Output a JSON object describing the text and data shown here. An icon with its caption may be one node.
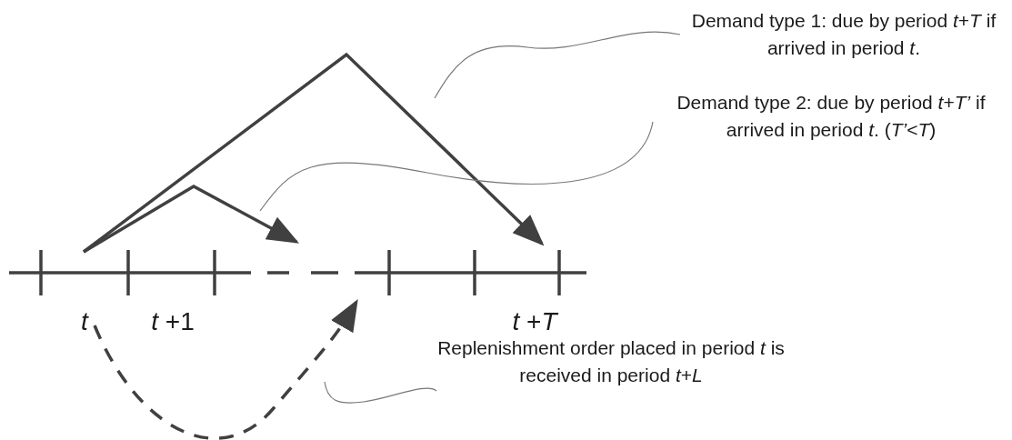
{
  "diagram": {
    "nodes": [
      {
        "text": [
          "t"
        ]
      },
      {
        "text": [
          "*t* +1"
        ]
      },
      {
        "text": [
          "*t* +*T*"
        ]
      },
      {
        "text": [
          "Demand type 1: due by period *t*+*T* if arrived in period *t*."
        ]
      },
      {
        "text": [
          "Demand type 2: due by period *t*+*T’* if arrived in period *t*. (*T’*<*T*)"
        ]
      },
      {
        "text": [
          "Replenishment order placed in period *t* is received in period *t*+*L*"
        ]
      }
    ],
    "edges": [
      {
        "from": 0,
        "to": null,
        "arrow": "to",
        "style": "dashed",
        "color": "#404040"
      },
      {
        "from": 3,
        "to": null,
        "arrow": "none"
      },
      {
        "from": 4,
        "to": null,
        "arrow": "none"
      },
      {
        "from": 5,
        "to": null,
        "arrow": "none"
      }
    ]
  }
}
